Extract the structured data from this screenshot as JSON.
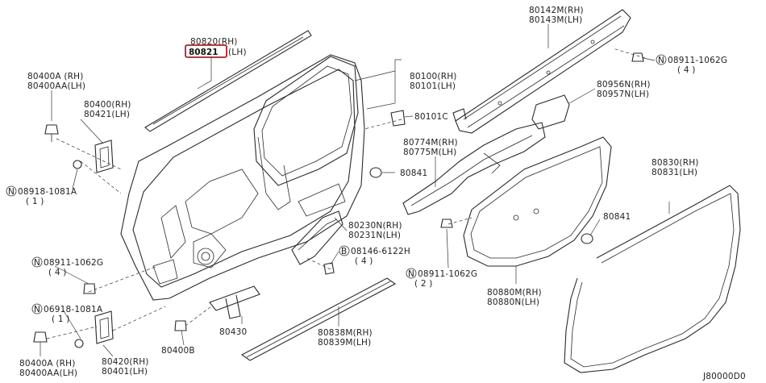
{
  "labels": {
    "p80820": "80820(RH)",
    "p80821": "80821",
    "p80821_side": "(LH)",
    "p80400a_top": "80400A  (RH)",
    "p80400aa_top": "80400AA(LH)",
    "p80400": "80400(RH)",
    "p80421": "80421(LH)",
    "n08918_top": "08918-1081A",
    "n08918_top_qty": "( 1 )",
    "p80100": "80100(RH)",
    "p80101": "80101(LH)",
    "p80101c": "80101C",
    "p80142m": "80142M(RH)",
    "p80143m": "80143M(LH)",
    "n08911_top": "08911-1062G",
    "n08911_top_qty": "( 4 )",
    "p80956n": "80956N(RH)",
    "p80957n": "80957N(LH)",
    "p80774m": "80774M(RH)",
    "p80775m": "80775M(LH)",
    "p80841_a": "80841",
    "p80830": "80830(RH)",
    "p80831": "80831(LH)",
    "p80230n": "80230N(RH)",
    "p80231n": "80231N(LH)",
    "b08146": "08146-6122H",
    "b08146_qty": "( 4 )",
    "p80841_b": "80841",
    "n08911_left": "08911-1062G",
    "n08911_left_qty": "( 4 )",
    "n08911_mid": "08911-1062G",
    "n08911_mid_qty": "( 2 )",
    "p80880m": "80880M(RH)",
    "p80880n": "80880N(LH)",
    "n06918": "06918-1081A",
    "n06918_qty": "( 1 )",
    "p80838m": "80838M(RH)",
    "p80839m": "80839M(LH)",
    "p80430": "80430",
    "p80400b": "80400B",
    "p80400a_bot": "80400A  (RH)",
    "p80400aa_bot": "80400AA(LH)",
    "p80420": "80420(RH)",
    "p80401": "80401(LH)",
    "diagram_code": "J80000D0"
  },
  "symbols": {
    "n": "N",
    "b": "B"
  },
  "colors": {
    "line": "#2a2a2a",
    "highlight": "#c0181e",
    "background": "#ffffff"
  }
}
